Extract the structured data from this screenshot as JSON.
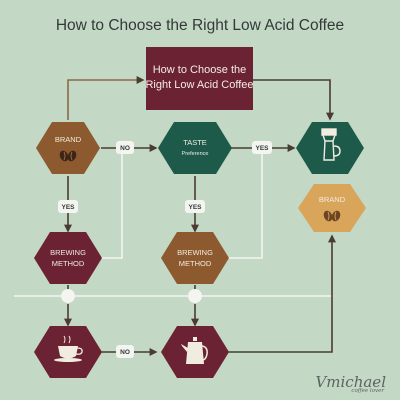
{
  "title": "How to Choose the Right Low Acid Coffee",
  "colors": {
    "background": "#c3d8c5",
    "maroon": "#6b2233",
    "brown": "#8c5a2e",
    "green": "#1e5a4a",
    "gold": "#d9a55a",
    "arrow": "#4b3b33",
    "line": "#f4f4f0"
  },
  "nodes": {
    "top_box": {
      "line1": "How to Choose the",
      "line2": "Right Low Acid Coffee"
    },
    "brand_1": {
      "label": "BRAND",
      "icon": "coffee-bean-icon"
    },
    "taste": {
      "line1": "TASTE",
      "line2": "Preference"
    },
    "result_top": {
      "icon": "pour-over-coffee-maker-icon"
    },
    "brand_2": {
      "label": "BRAND",
      "icon": "coffee-bean-icon"
    },
    "brewing_1": {
      "line1": "BREWING",
      "line2": "METHOD"
    },
    "brewing_2": {
      "line1": "BREWING",
      "line2": "METHOD"
    },
    "cup": {
      "icon": "coffee-cup-icon"
    },
    "kettle": {
      "icon": "kettle-icon"
    }
  },
  "edge_labels": {
    "no_1": "NO",
    "yes_1": "YES",
    "yes_2": "YES",
    "yes_3": "YES",
    "no_2": "NO"
  },
  "signature": {
    "main": "Vmichael",
    "sub": "coffee lover"
  }
}
